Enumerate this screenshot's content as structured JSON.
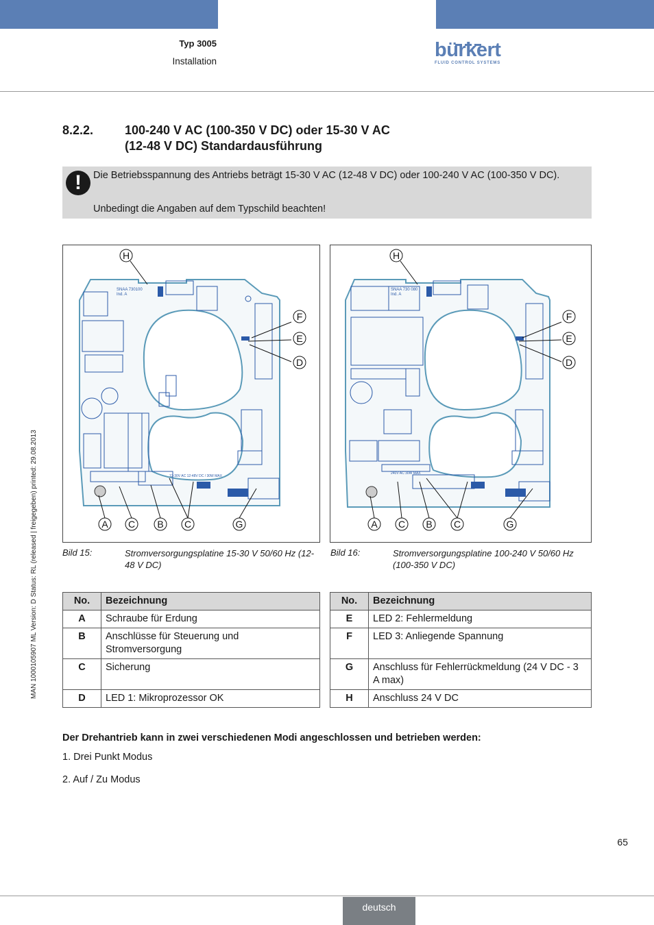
{
  "header": {
    "title": "Typ 3005",
    "subtitle": "Installation",
    "logo_word": "bürkert",
    "logo_tagline": "FLUID CONTROL SYSTEMS",
    "bar_color": "#5b7fb5"
  },
  "sidebar_text": "MAN  1000105907  ML  Version: D  Status: RL (released | freigegeben)  printed: 29.08.2013",
  "section": {
    "number": "8.2.2.",
    "title_line1": "100-240 V AC (100-350 V DC) oder 15-30 V AC",
    "title_line2": "(12-48 V DC) Standardausführung"
  },
  "warning": {
    "icon": "exclamation-icon",
    "text1": "Die Betriebsspannung des Antriebs beträgt 15-30 V AC (12-48 V DC) oder 100-240 V AC (100-350 V DC).",
    "text2": "Unbedingt die Angaben auf dem Typschild beachten!"
  },
  "figures": {
    "fig15": {
      "label": "Bild 15:",
      "caption": "Stromversorgungsplatine 15-30 V 50/60 Hz (12-48 V DC)",
      "board_text": "SNAA 730100",
      "board_rev": "Ind. A",
      "voltage_text": "12-30V AC  12-48V DC / 30W MAX",
      "callouts": [
        "H",
        "F",
        "E",
        "D",
        "A",
        "C",
        "B",
        "C",
        "G"
      ]
    },
    "fig16": {
      "label": "Bild 16:",
      "caption": "Stromversorgungsplatine 100-240 V 50/60 Hz (100-350 V DC)",
      "board_text": "SNAA 730 080",
      "board_rev": "Ind. A",
      "voltage_text": "240V AC 30W MAX",
      "callouts": [
        "H",
        "F",
        "E",
        "D",
        "A",
        "C",
        "B",
        "C",
        "G"
      ]
    }
  },
  "legend_left": {
    "headers": [
      "No.",
      "Bezeichnung"
    ],
    "rows": [
      {
        "no": "A",
        "text": "Schraube für Erdung"
      },
      {
        "no": "B",
        "text": "Anschlüsse für Steuerung und Stromversorgung"
      },
      {
        "no": "C",
        "text": "Sicherung"
      },
      {
        "no": "D",
        "text": "LED 1: Mikroprozessor OK"
      }
    ]
  },
  "legend_right": {
    "headers": [
      "No.",
      "Bezeichnung"
    ],
    "rows": [
      {
        "no": "E",
        "text": "LED 2:  Fehlermeldung"
      },
      {
        "no": "F",
        "text": "LED 3: Anliegende Spannung"
      },
      {
        "no": "G",
        "text": "Anschluss für Fehlerrückmeldung (24 V DC - 3 A max)"
      },
      {
        "no": "H",
        "text": "Anschluss 24 V DC"
      }
    ]
  },
  "modes": {
    "intro": "Der Drehantrieb kann in zwei verschiedenen Modi angeschlossen und betrieben werden:",
    "items": [
      "1.  Drei Punkt Modus",
      "2.  Auf / Zu Modus"
    ]
  },
  "page_number": "65",
  "language_tab": "deutsch"
}
